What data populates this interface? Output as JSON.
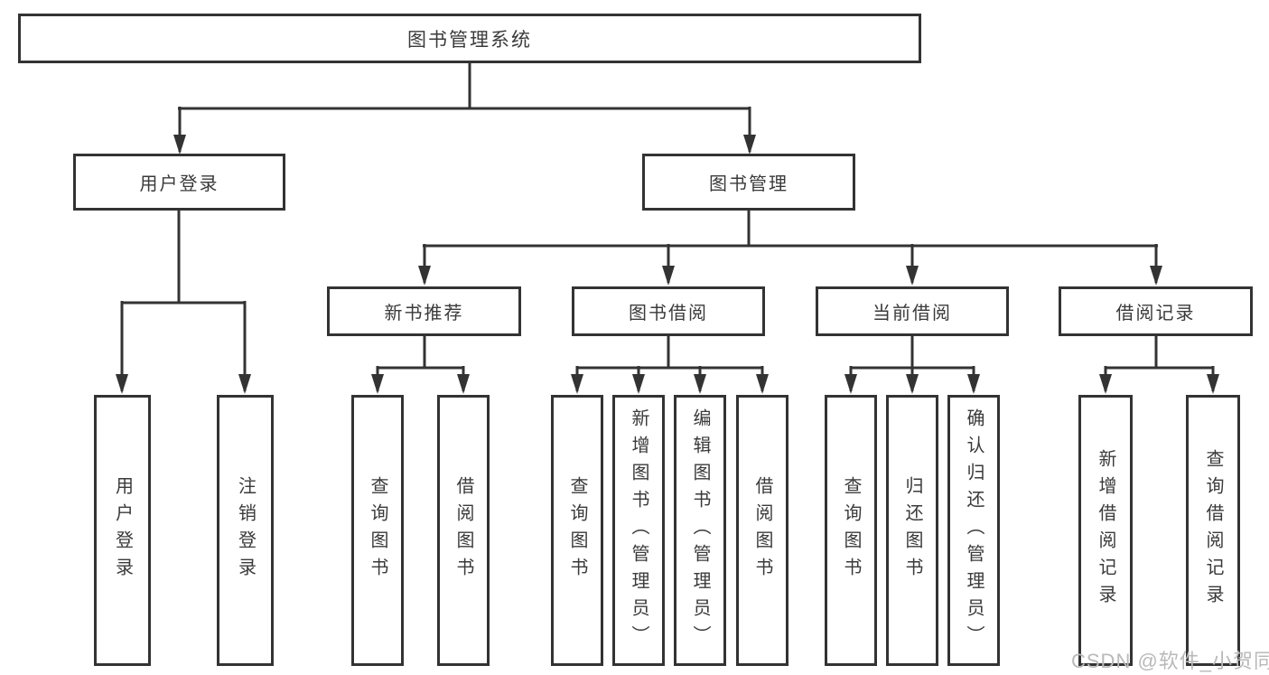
{
  "diagram": {
    "title": "图书管理系统",
    "root": {
      "label": "图书管理系统"
    },
    "level2": [
      {
        "label": "用户登录"
      },
      {
        "label": "图书管理"
      }
    ],
    "level3": [
      {
        "label": "新书推荐",
        "parent": "图书管理"
      },
      {
        "label": "图书借阅",
        "parent": "图书管理"
      },
      {
        "label": "当前借阅",
        "parent": "图书管理"
      },
      {
        "label": "借阅记录",
        "parent": "图书管理"
      }
    ],
    "leaves": [
      {
        "label": "用户登录",
        "parent": "用户登录"
      },
      {
        "label": "注销登录",
        "parent": "用户登录"
      },
      {
        "label": "查询图书",
        "parent": "新书推荐"
      },
      {
        "label": "借阅图书",
        "parent": "新书推荐"
      },
      {
        "label": "查询图书",
        "parent": "图书借阅"
      },
      {
        "label": "新增图书（管理员）",
        "parent": "图书借阅"
      },
      {
        "label": "编辑图书（管理员）",
        "parent": "图书借阅"
      },
      {
        "label": "借阅图书",
        "parent": "图书借阅"
      },
      {
        "label": "查询图书",
        "parent": "当前借阅"
      },
      {
        "label": "归还图书",
        "parent": "当前借阅"
      },
      {
        "label": "确认归还（管理员）",
        "parent": "当前借阅"
      },
      {
        "label": "新增借阅记录",
        "parent": "借阅记录"
      },
      {
        "label": "查询借阅记录",
        "parent": "借阅记录"
      }
    ]
  },
  "watermark": {
    "text": "CSDN @软件_小贺同学"
  },
  "colors": {
    "line": "#333333",
    "text": "#3a3a3a",
    "watermark": "#b9b9b9",
    "background": "#ffffff"
  }
}
